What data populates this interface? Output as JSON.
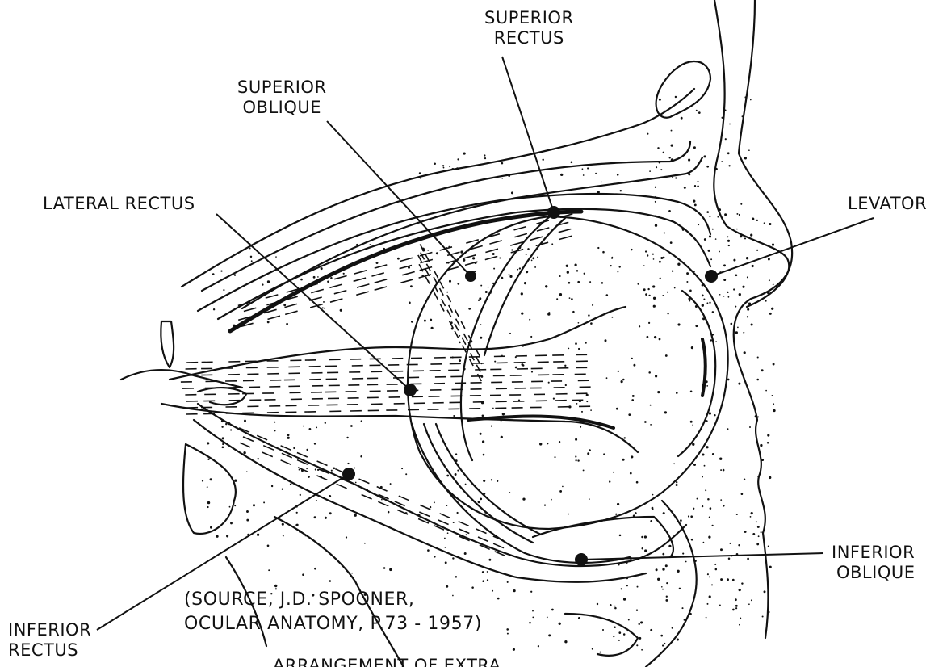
{
  "figure": {
    "ink_color": "#111111",
    "paper_color": "#ffffff",
    "labels": {
      "superior_rectus": [
        "SUPERIOR",
        "RECTUS"
      ],
      "superior_oblique": [
        "SUPERIOR",
        "OBLIQUE"
      ],
      "lateral_rectus": "LATERAL RECTUS",
      "levator": "LEVATOR",
      "inferior_oblique": [
        "INFERIOR",
        "OBLIQUE"
      ],
      "inferior_rectus": [
        "INFERIOR",
        "RECTUS"
      ]
    },
    "source_citation": [
      "(SOURCE, J.D. SPOONER,",
      "OCULAR ANATOMY, P.73 - 1957)"
    ],
    "caption_partial": "ARRANGEMENT OF EXTRA..."
  }
}
